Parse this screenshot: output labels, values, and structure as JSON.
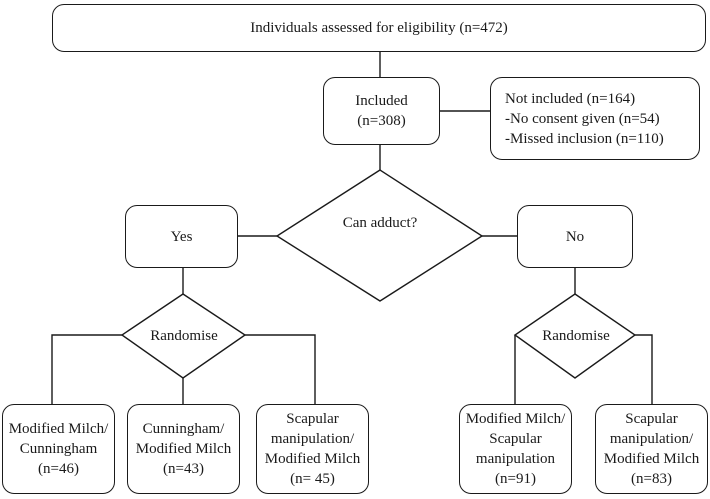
{
  "diagram": {
    "eligibility": "Individuals assessed for eligibility (n=472)",
    "included": [
      "Included",
      "(n=308)"
    ],
    "not_included": [
      "Not included (n=164)",
      "-No consent given (n=54)",
      "-Missed inclusion (n=110)"
    ],
    "decision": "Can adduct?",
    "yes": "Yes",
    "no": "No",
    "randomise_left": "Randomise",
    "randomise_right": "Randomise",
    "arms": [
      [
        "Modified Milch/",
        "Cunningham",
        "(n=46)"
      ],
      [
        "Cunningham/",
        "Modified Milch",
        "(n=43)"
      ],
      [
        "Scapular",
        "manipulation/",
        "Modified Milch",
        "(n= 45)"
      ],
      [
        "Modified Milch/",
        "Scapular",
        "manipulation",
        "(n=91)"
      ],
      [
        "Scapular",
        "manipulation/",
        "Modified Milch",
        "(n=83)"
      ]
    ]
  }
}
